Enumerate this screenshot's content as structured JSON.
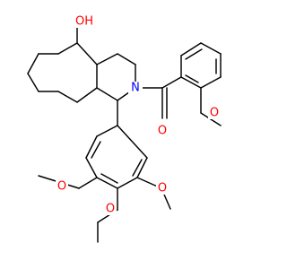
{
  "molecule": {
    "atoms": [
      {
        "symbol": "OH",
        "color": "#ff0000"
      },
      {
        "symbol": "N",
        "color": "#0000ff"
      },
      {
        "symbol": "O",
        "color": "#ff0000"
      },
      {
        "symbol": "O",
        "color": "#ff0000"
      },
      {
        "symbol": "O",
        "color": "#ff0000"
      },
      {
        "symbol": "O",
        "color": "#ff0000"
      },
      {
        "symbol": "O",
        "color": "#ff0000"
      }
    ],
    "bond_color": "#000000"
  }
}
